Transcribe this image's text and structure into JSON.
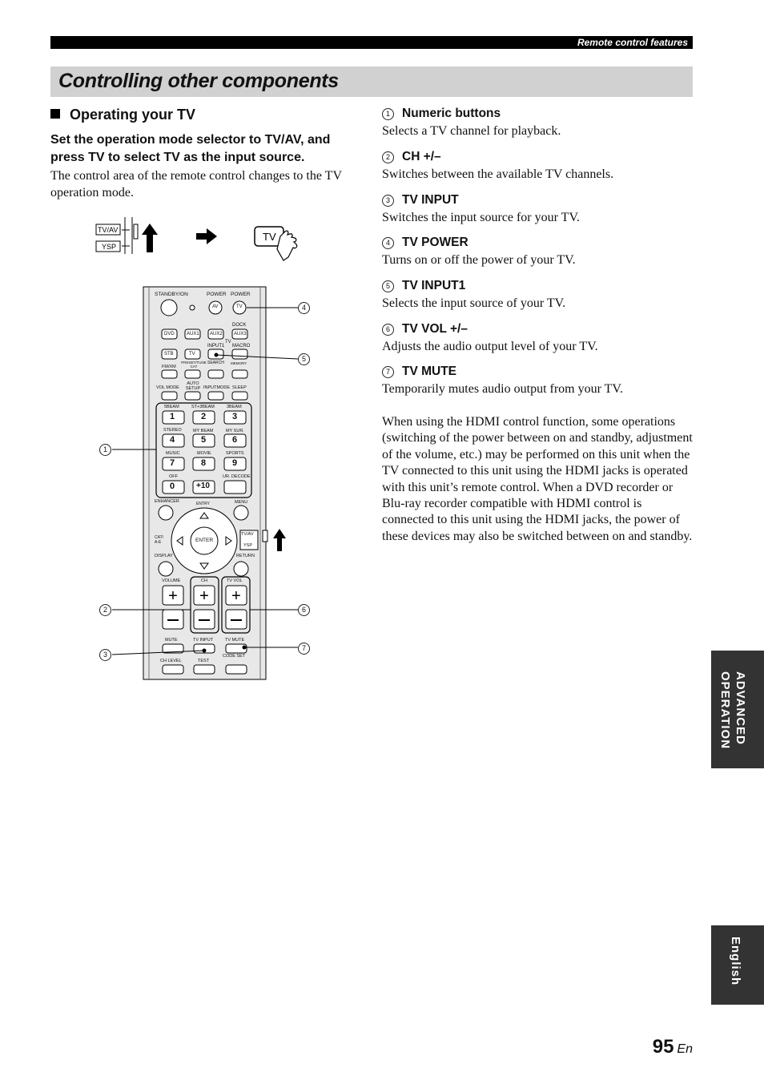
{
  "header": {
    "section_label": "Remote control features"
  },
  "title": "Controlling other components",
  "section": {
    "heading": "Operating your TV"
  },
  "instruction": {
    "bold": "Set the operation mode selector to TV/AV, and press TV to select TV as the input source.",
    "body": "The control area of the remote control changes to the TV operation mode."
  },
  "items": [
    {
      "num": "1",
      "title": "Numeric buttons",
      "desc": "Selects a TV channel for playback."
    },
    {
      "num": "2",
      "title": "CH +/–",
      "desc": "Switches between the available TV channels."
    },
    {
      "num": "3",
      "title": "TV INPUT",
      "desc": "Switches the input source for your TV."
    },
    {
      "num": "4",
      "title": "TV POWER",
      "desc": "Turns on or off the power of your TV."
    },
    {
      "num": "5",
      "title": "TV INPUT1",
      "desc": "Selects the input source of your TV."
    },
    {
      "num": "6",
      "title": "TV VOL +/–",
      "desc": "Adjusts the audio output level of your TV."
    },
    {
      "num": "7",
      "title": "TV MUTE",
      "desc": "Temporarily mutes audio output from your TV."
    }
  ],
  "note": "When using the HDMI control function, some operations (switching of the power between on and standby, adjustment of the volume, etc.) may be performed on this unit when the TV connected to this unit using the HDMI jacks is operated with this unit’s remote control. When a DVD recorder or Blu-ray recorder compatible with HDMI control is connected to this unit using the HDMI jacks, the power of these devices may also be switched between on and standby.",
  "side_tabs": {
    "chapter": "ADVANCED OPERATION",
    "chapter_line1": "ADVANCED",
    "chapter_line2": "OPERATION",
    "language": "English"
  },
  "page": {
    "number": "95",
    "suffix": "En"
  },
  "illustration": {
    "selector_labels": [
      "TV/AV",
      "YSP"
    ],
    "tv_button": "TV",
    "callouts": [
      "1",
      "2",
      "3",
      "4",
      "5",
      "6",
      "7"
    ],
    "remote_labels": {
      "standby_on": "STANDBY/ON",
      "power": "POWER",
      "power_tv": "POWER",
      "av": "AV",
      "tv": "TV",
      "dvd": "DVD",
      "aux1": "AUX1",
      "aux2": "AUX2",
      "aux3": "AUX3",
      "dock": "DOCK",
      "stb": "STB",
      "tv_btn": "TV",
      "input1": "INPUT1",
      "tv_small": "TV",
      "macro": "MACRO",
      "fm_xm": "FM/XM",
      "preset_cat": "PRESET/TUNE CAT",
      "search": "SEARCH",
      "memory": "MEMORY",
      "vol_mode": "VOL MODE",
      "auto_setup": "AUTO SETUP",
      "input_mode": "INPUTMODE",
      "sleep": "SLEEP",
      "n5beam": "5BEAM",
      "st3beam": "ST+3BEAM",
      "n3beam": "3BEAM",
      "stereo": "STEREO",
      "my_beam": "MY BEAM",
      "my_sur": "MY SUR.",
      "music": "MUSIC",
      "movie": "MOVIE",
      "sports": "SPORTS",
      "off": "OFF",
      "ur_decode": "UR. DECODE",
      "enhancer": "ENHANCER",
      "entry": "ENTRY",
      "menu": "MENU",
      "enter": "ENTER",
      "cat_ae": "CAT/ A-E",
      "display": "DISPLAY",
      "return": "RETURN",
      "tvav": "TV/AV",
      "ysp": "YSP",
      "volume": "VOLUME",
      "ch": "CH",
      "tv_vol": "TV VOL",
      "mute": "MUTE",
      "tv_input": "TV INPUT",
      "tv_mute": "TV MUTE",
      "ch_level": "CH LEVEL",
      "test": "TEST",
      "code_set": "CODE SET",
      "d1": "1",
      "d2": "2",
      "d3": "3",
      "d4": "4",
      "d5": "5",
      "d6": "6",
      "d7": "7",
      "d8": "8",
      "d9": "9",
      "d0": "0",
      "p10": "+10"
    }
  }
}
